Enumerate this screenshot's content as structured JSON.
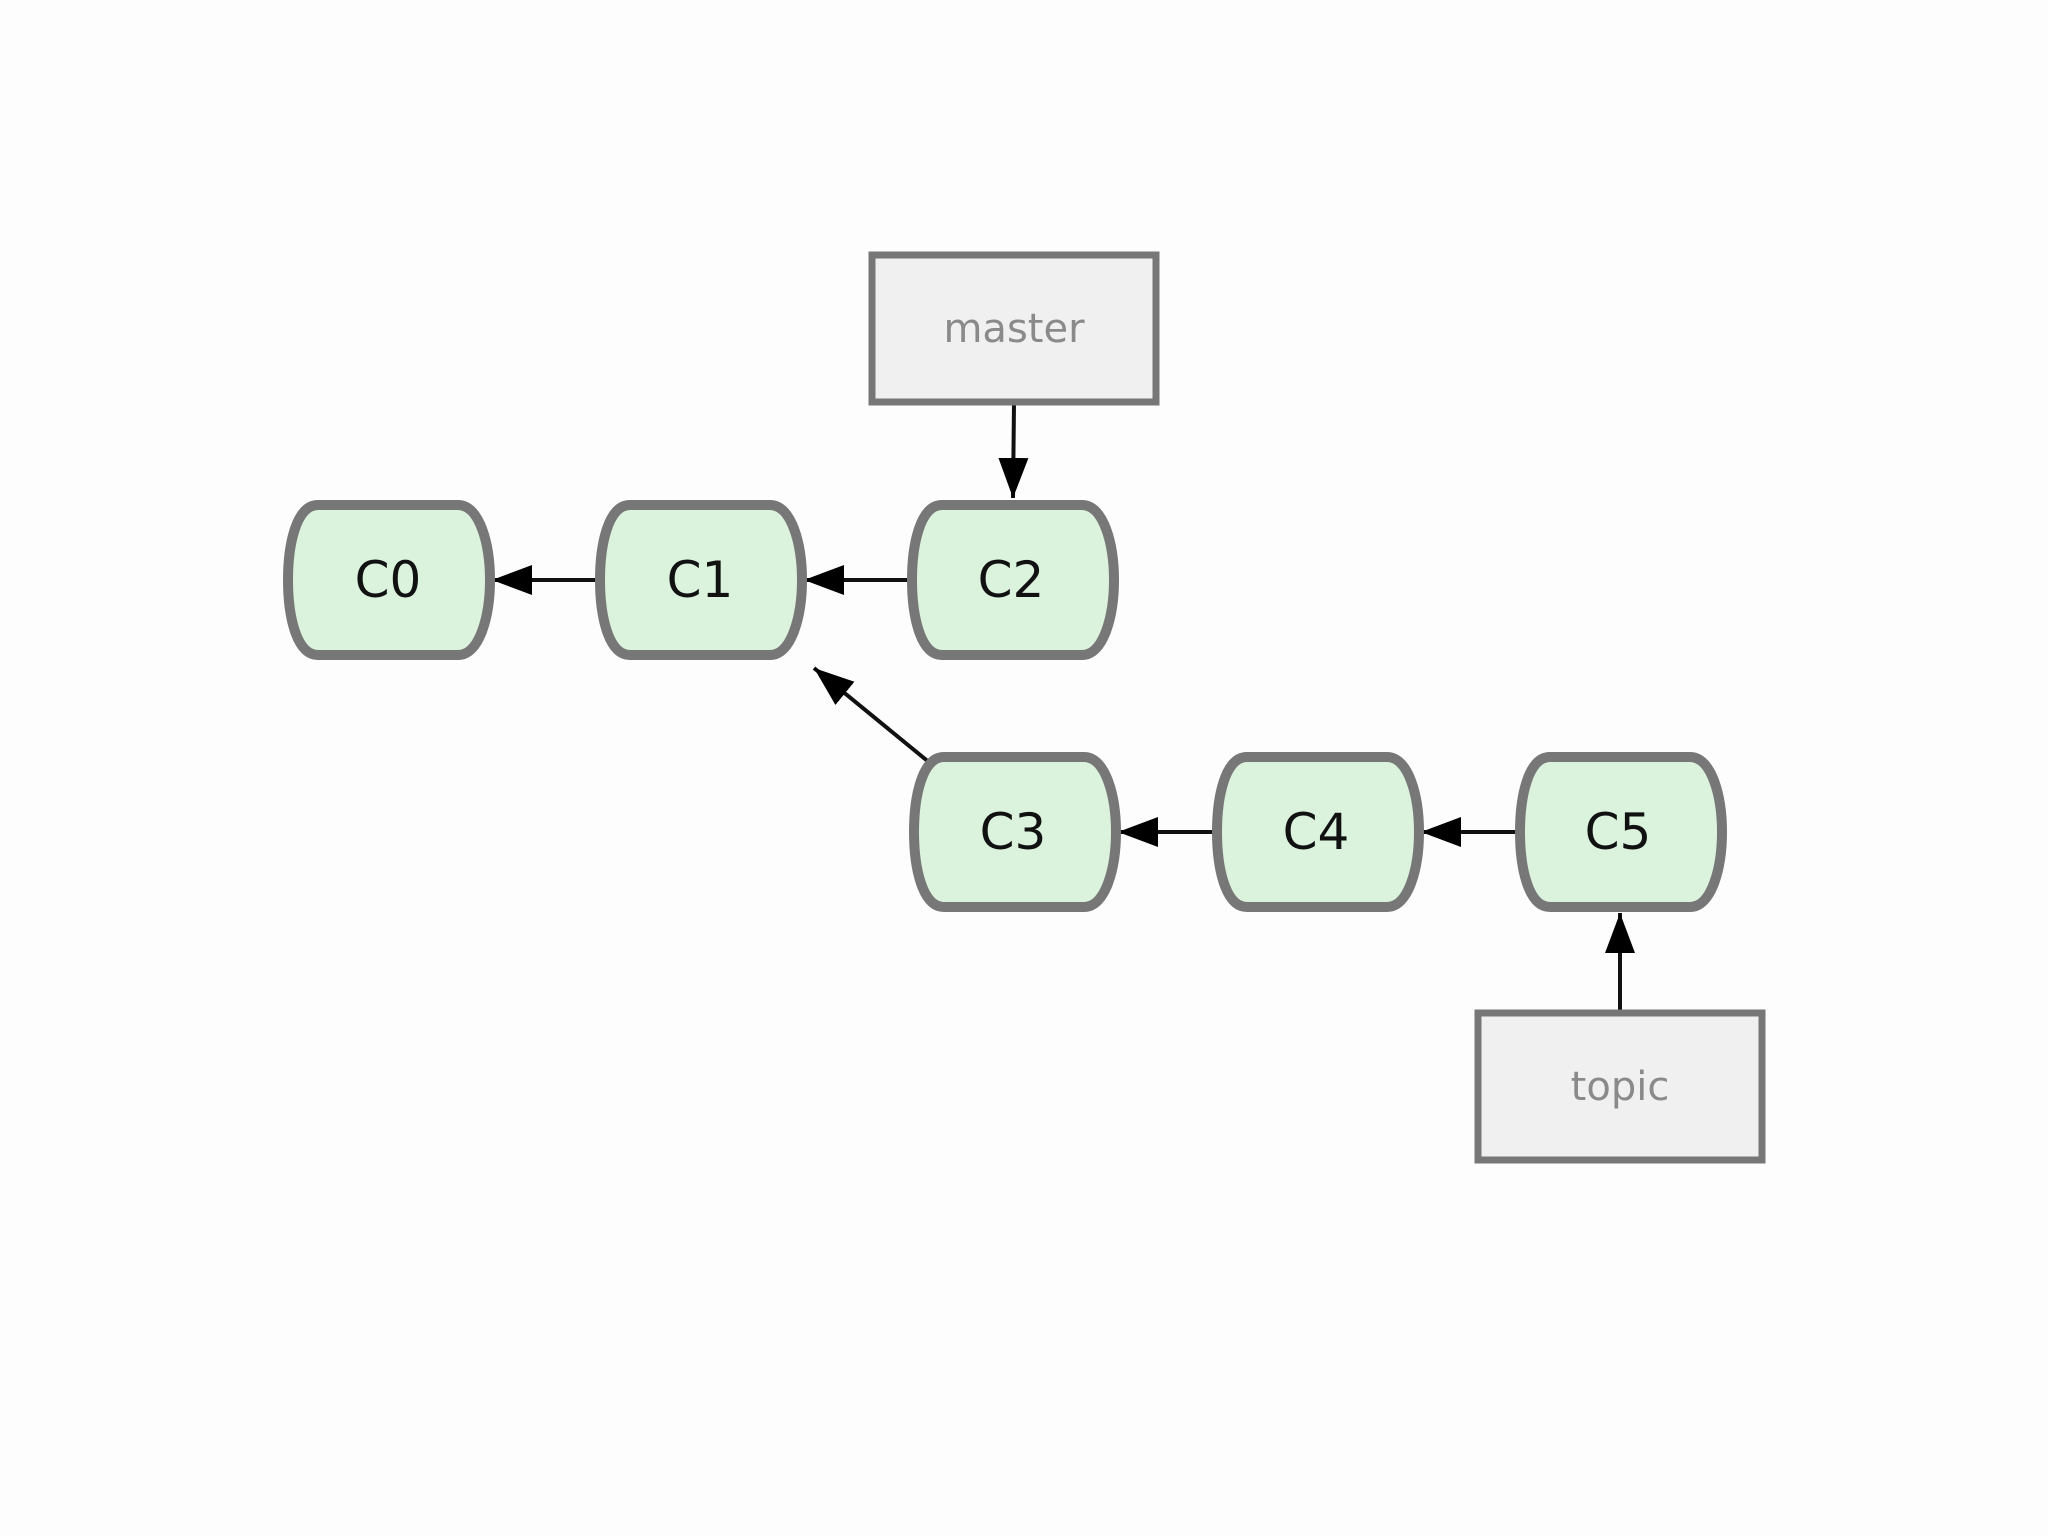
{
  "colors": {
    "background": "#fdfdfd",
    "commit_fill": "#dbf2dd",
    "node_stroke": "#777777",
    "branch_fill": "#f0f0f0",
    "branch_text": "#8a8a8a",
    "arrow": "#000000"
  },
  "commits": [
    {
      "id": "C0"
    },
    {
      "id": "C1"
    },
    {
      "id": "C2"
    },
    {
      "id": "C3"
    },
    {
      "id": "C4"
    },
    {
      "id": "C5"
    }
  ],
  "branches": [
    {
      "name": "master",
      "points_to": "C2"
    },
    {
      "name": "topic",
      "points_to": "C5"
    }
  ],
  "parent_links": [
    {
      "from": "C1",
      "to": "C0"
    },
    {
      "from": "C2",
      "to": "C1"
    },
    {
      "from": "C3",
      "to": "C1"
    },
    {
      "from": "C4",
      "to": "C3"
    },
    {
      "from": "C5",
      "to": "C4"
    }
  ]
}
